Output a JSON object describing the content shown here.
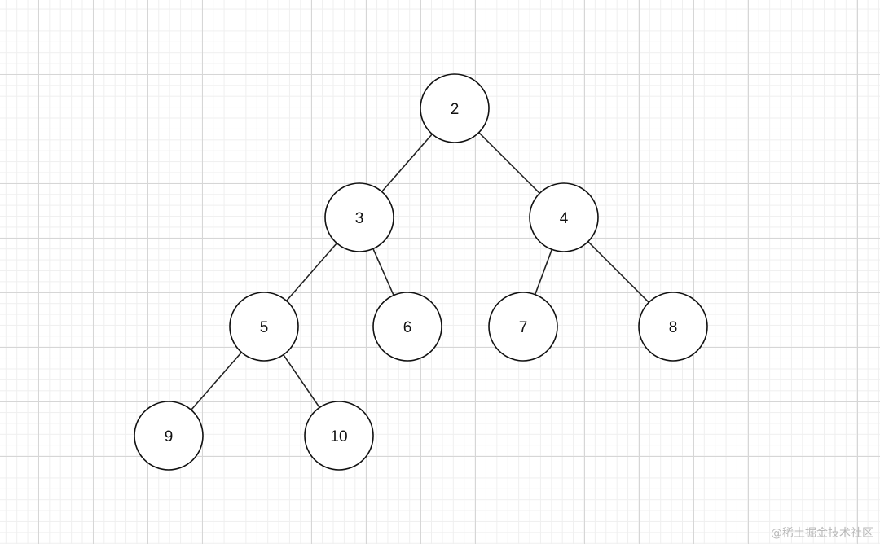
{
  "diagram": {
    "nodes": [
      {
        "id": "n2",
        "label": "2"
      },
      {
        "id": "n3",
        "label": "3"
      },
      {
        "id": "n4",
        "label": "4"
      },
      {
        "id": "n5",
        "label": "5"
      },
      {
        "id": "n6",
        "label": "6"
      },
      {
        "id": "n7",
        "label": "7"
      },
      {
        "id": "n8",
        "label": "8"
      },
      {
        "id": "n9",
        "label": "9"
      },
      {
        "id": "n10",
        "label": "10"
      }
    ],
    "edges": [
      {
        "from": "n2",
        "to": "n3"
      },
      {
        "from": "n2",
        "to": "n4"
      },
      {
        "from": "n3",
        "to": "n5"
      },
      {
        "from": "n3",
        "to": "n6"
      },
      {
        "from": "n4",
        "to": "n7"
      },
      {
        "from": "n4",
        "to": "n8"
      },
      {
        "from": "n5",
        "to": "n9"
      },
      {
        "from": "n5",
        "to": "n10"
      }
    ],
    "colors": {
      "node_stroke": "#111111",
      "node_fill": "#ffffff",
      "edge": "#222222"
    }
  },
  "watermark": {
    "text": "@稀土掘金技术社区"
  }
}
